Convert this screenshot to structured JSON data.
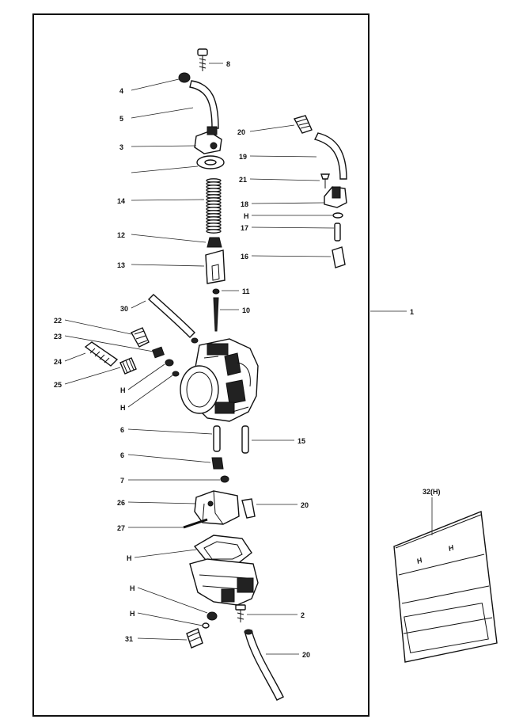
{
  "labels": {
    "l8a": "8",
    "l4": "4",
    "l5": "5",
    "l3": "3",
    "l20a": "20",
    "l19": "19",
    "l21": "21",
    "l14": "14",
    "l18": "18",
    "lna": "H",
    "l17": "17",
    "l12": "12",
    "l16": "16",
    "l13": "13",
    "l11": "11",
    "l10": "10",
    "l30": "30",
    "l1": "1",
    "l22": "22",
    "l23": "23",
    "l24": "24",
    "l25": "25",
    "lnb": "H",
    "lnc": "H",
    "l6a": "6",
    "l15": "15",
    "l6b": "6",
    "l7": "7",
    "l26": "26",
    "l20b": "20",
    "l27": "27",
    "lnd": "H",
    "lne": "H",
    "lnf": "H",
    "l2": "2",
    "l31": "31",
    "l20c": "20",
    "l32": "32(H)"
  }
}
